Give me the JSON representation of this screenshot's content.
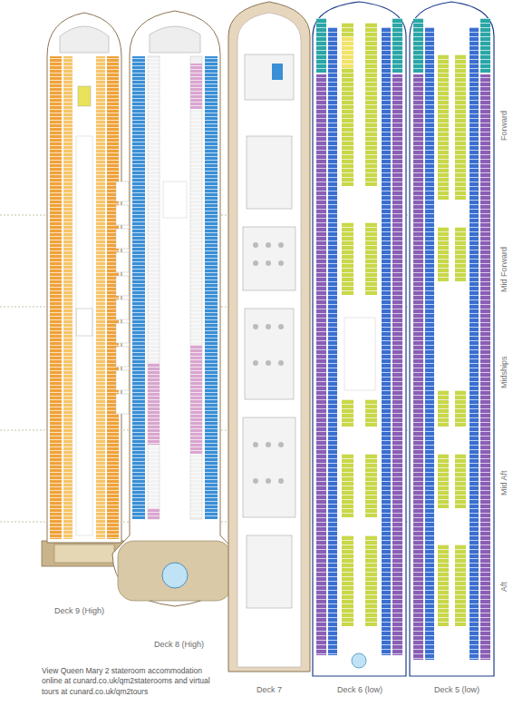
{
  "diagram": {
    "labels": [
      "Deck 9 (High)",
      "Deck 8 (High)",
      "Deck 7",
      "Deck 6 (low)",
      "Deck 5 (low)",
      "Forward",
      "Mid Forward",
      "Midships",
      "Mid Aft",
      "Aft",
      "View Queen Mary 2 stateroom accommodation online at cunard.co.uk/qm2staterooms and virtual tours at cunard.co.uk/qm2tours"
    ]
  }
}
